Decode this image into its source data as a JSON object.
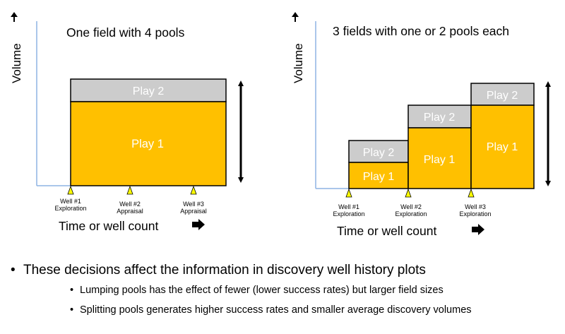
{
  "left_panel": {
    "title": "One field with 4 pools",
    "y_axis_label": "Volume",
    "x_axis_label": "Time or well count",
    "blocks": [
      {
        "label": "Play 2",
        "color": "#cccccc"
      },
      {
        "label": "Play 1",
        "color": "#ffc000"
      }
    ],
    "wells": [
      {
        "name": "Well #1",
        "type": "Exploration"
      },
      {
        "name": "Well #2",
        "type": "Appraisal"
      },
      {
        "name": "Well #3",
        "type": "Appraisal"
      }
    ]
  },
  "right_panel": {
    "title": "3 fields with one or 2 pools each",
    "y_axis_label": "Volume",
    "x_axis_label": "Time or well count",
    "fields": [
      {
        "play2_label": "Play 2",
        "play1_label": "Play 1"
      },
      {
        "play2_label": "Play 2",
        "play1_label": "Play 1"
      },
      {
        "play2_label": "Play 2",
        "play1_label": "Play 1"
      }
    ],
    "wells": [
      {
        "name": "Well #1",
        "type": "Exploration"
      },
      {
        "name": "Well #2",
        "type": "Exploration"
      },
      {
        "name": "Well #3",
        "type": "Exploration"
      }
    ]
  },
  "colors": {
    "play1": "#ffc000",
    "play2": "#cccccc",
    "axis": "#8eb4e3",
    "well_marker": "#ffff00"
  },
  "bullets": {
    "main": "These decisions affect the information in discovery well history plots",
    "sub": [
      "Lumping pools has the effect of fewer (lower success rates) but larger field sizes",
      "Splitting pools generates higher success rates and smaller average discovery volumes"
    ]
  }
}
